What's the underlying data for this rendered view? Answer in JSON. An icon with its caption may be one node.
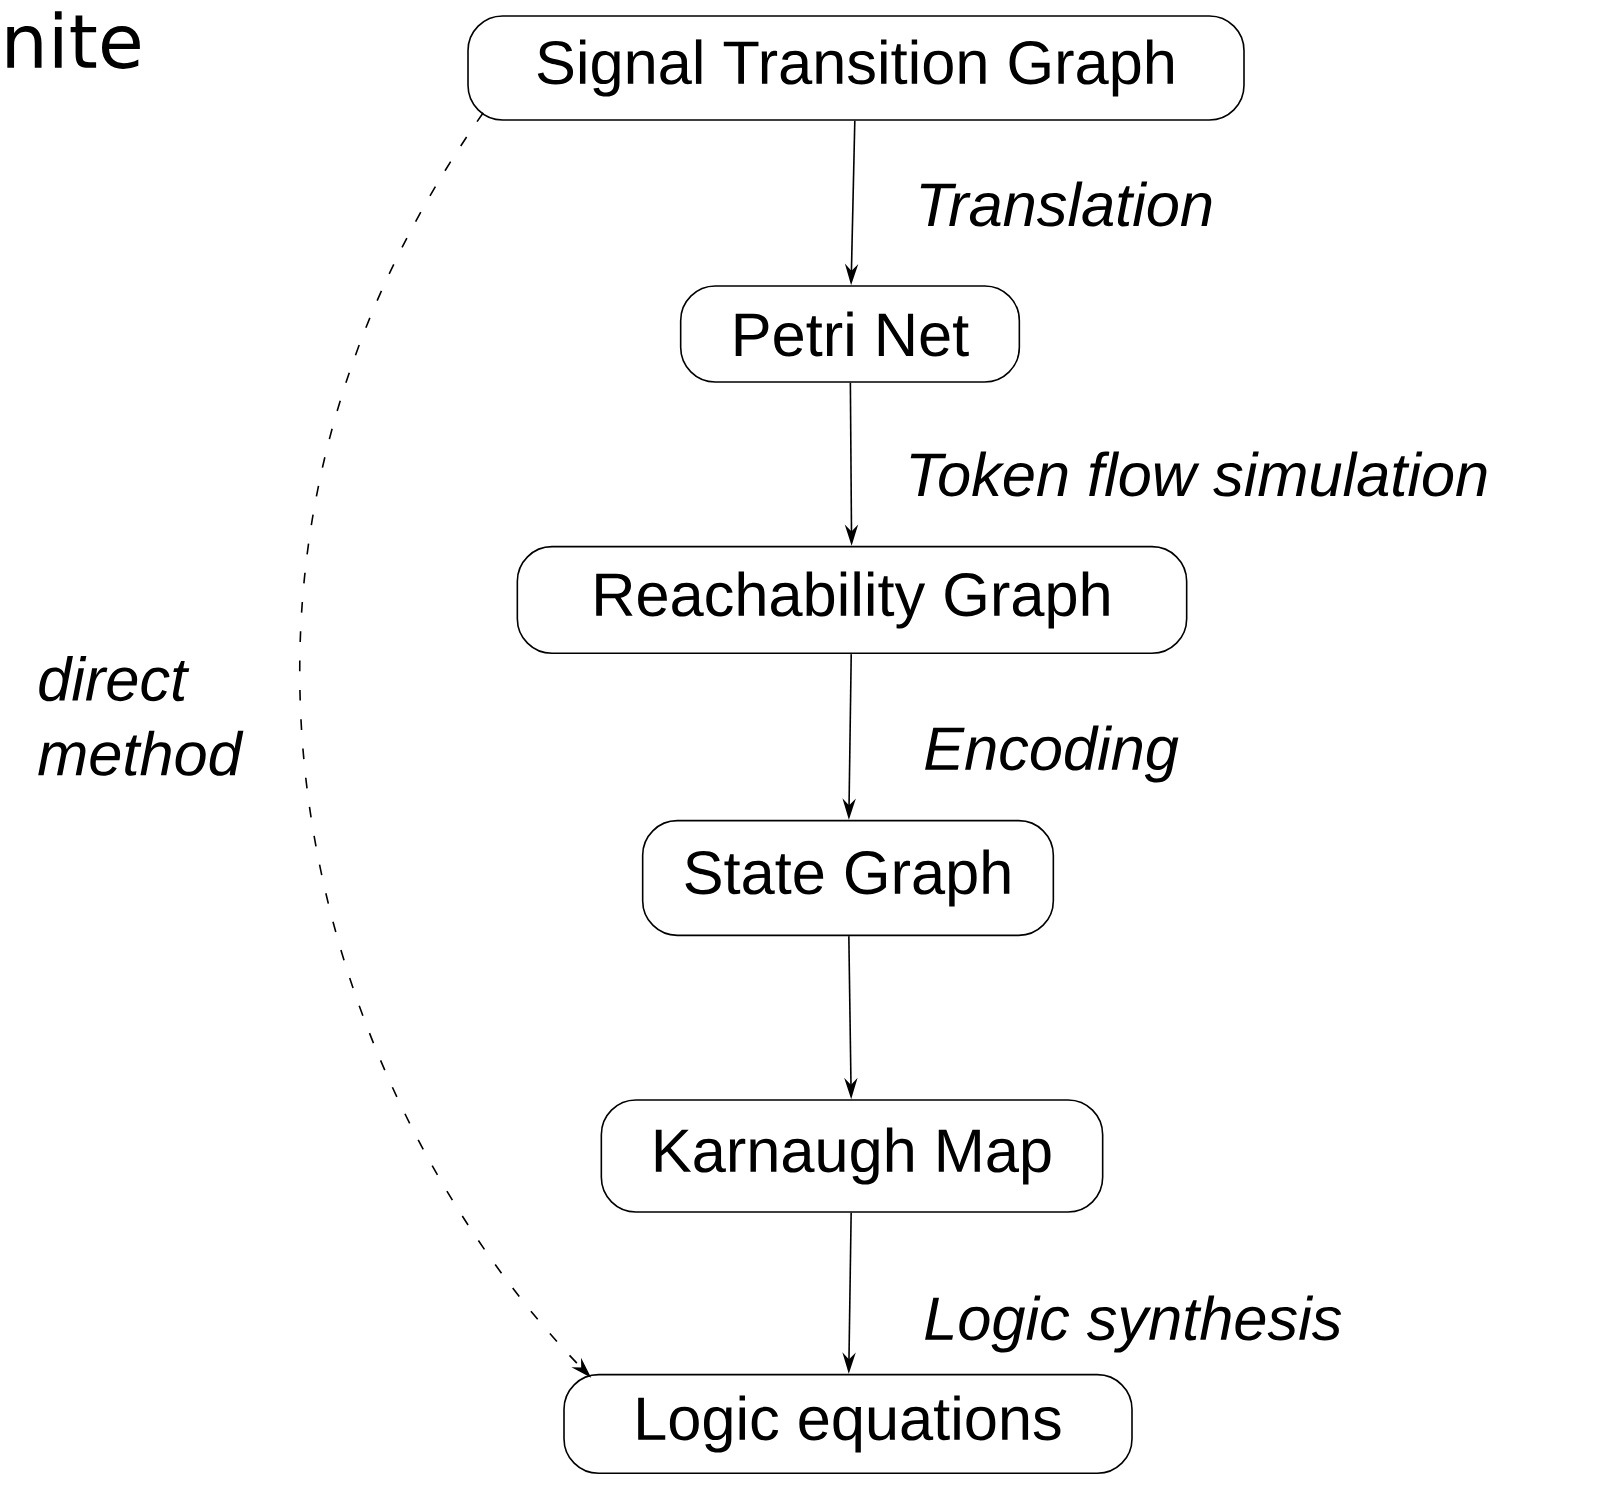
{
  "diagram": {
    "nodes": [
      {
        "text": [
          "Signal Transition Graph"
        ]
      },
      {
        "text": [
          "Petri Net"
        ]
      },
      {
        "text": [
          "Reachability Graph"
        ]
      },
      {
        "text": [
          "State Graph"
        ]
      },
      {
        "text": [
          "Karnaugh Map"
        ]
      },
      {
        "text": [
          "Logic equations"
        ]
      }
    ],
    "edges": [
      {
        "from": 0,
        "to": 1,
        "arrow": "to",
        "label": "Translation"
      },
      {
        "from": 1,
        "to": 2,
        "arrow": "to",
        "label": "Token flow simulation"
      },
      {
        "from": 2,
        "to": 3,
        "arrow": "to",
        "label": "Encoding"
      },
      {
        "from": 3,
        "to": 4,
        "arrow": "to"
      },
      {
        "from": 4,
        "to": 5,
        "arrow": "to",
        "label": "Logic synthesis"
      },
      {
        "from": 0,
        "to": 5,
        "arrow": "to",
        "label": "direct method",
        "style": "dashed"
      }
    ],
    "labels": [
      "nite"
    ]
  }
}
